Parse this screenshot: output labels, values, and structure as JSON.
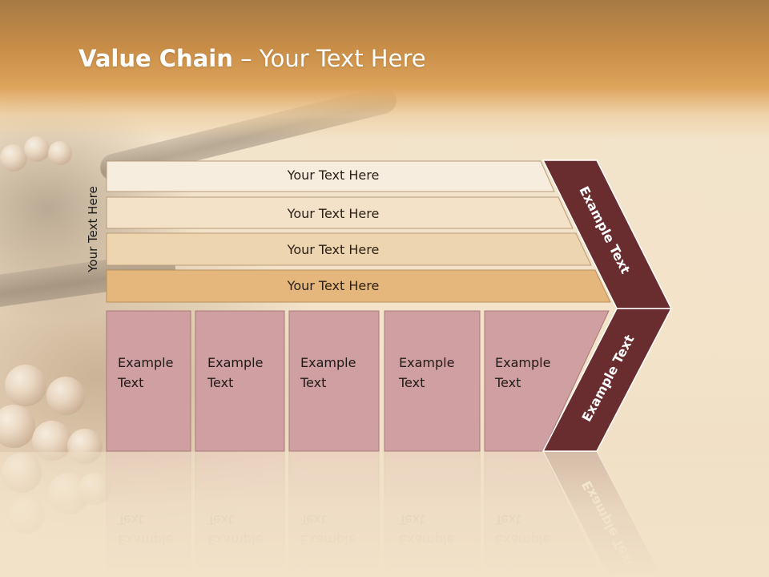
{
  "slide": {
    "title_bold": "Value Chain",
    "title_rest": " – Your Text Here",
    "side_label": "Your Text Here",
    "rows": [
      {
        "label": "Your Text Here",
        "color": "#f7eddf"
      },
      {
        "label": "Your Text Here",
        "color": "#f3e2c7"
      },
      {
        "label": "Your Text Here",
        "color": "#edd5b0"
      },
      {
        "label": "Your Text Here",
        "color": "#e5b77d"
      }
    ],
    "cells": [
      {
        "line1": "Example",
        "line2": "Text"
      },
      {
        "line1": "Example",
        "line2": "Text"
      },
      {
        "line1": "Example",
        "line2": "Text"
      },
      {
        "line1": "Example",
        "line2": "Text"
      },
      {
        "line1": "Example",
        "line2": "Text"
      }
    ],
    "chevron_upper": "Example Text",
    "chevron_lower": "Example Text",
    "colors": {
      "cell": "#cf9fa2",
      "chevron": "#6a2d2f",
      "header": "#d99a52"
    }
  }
}
